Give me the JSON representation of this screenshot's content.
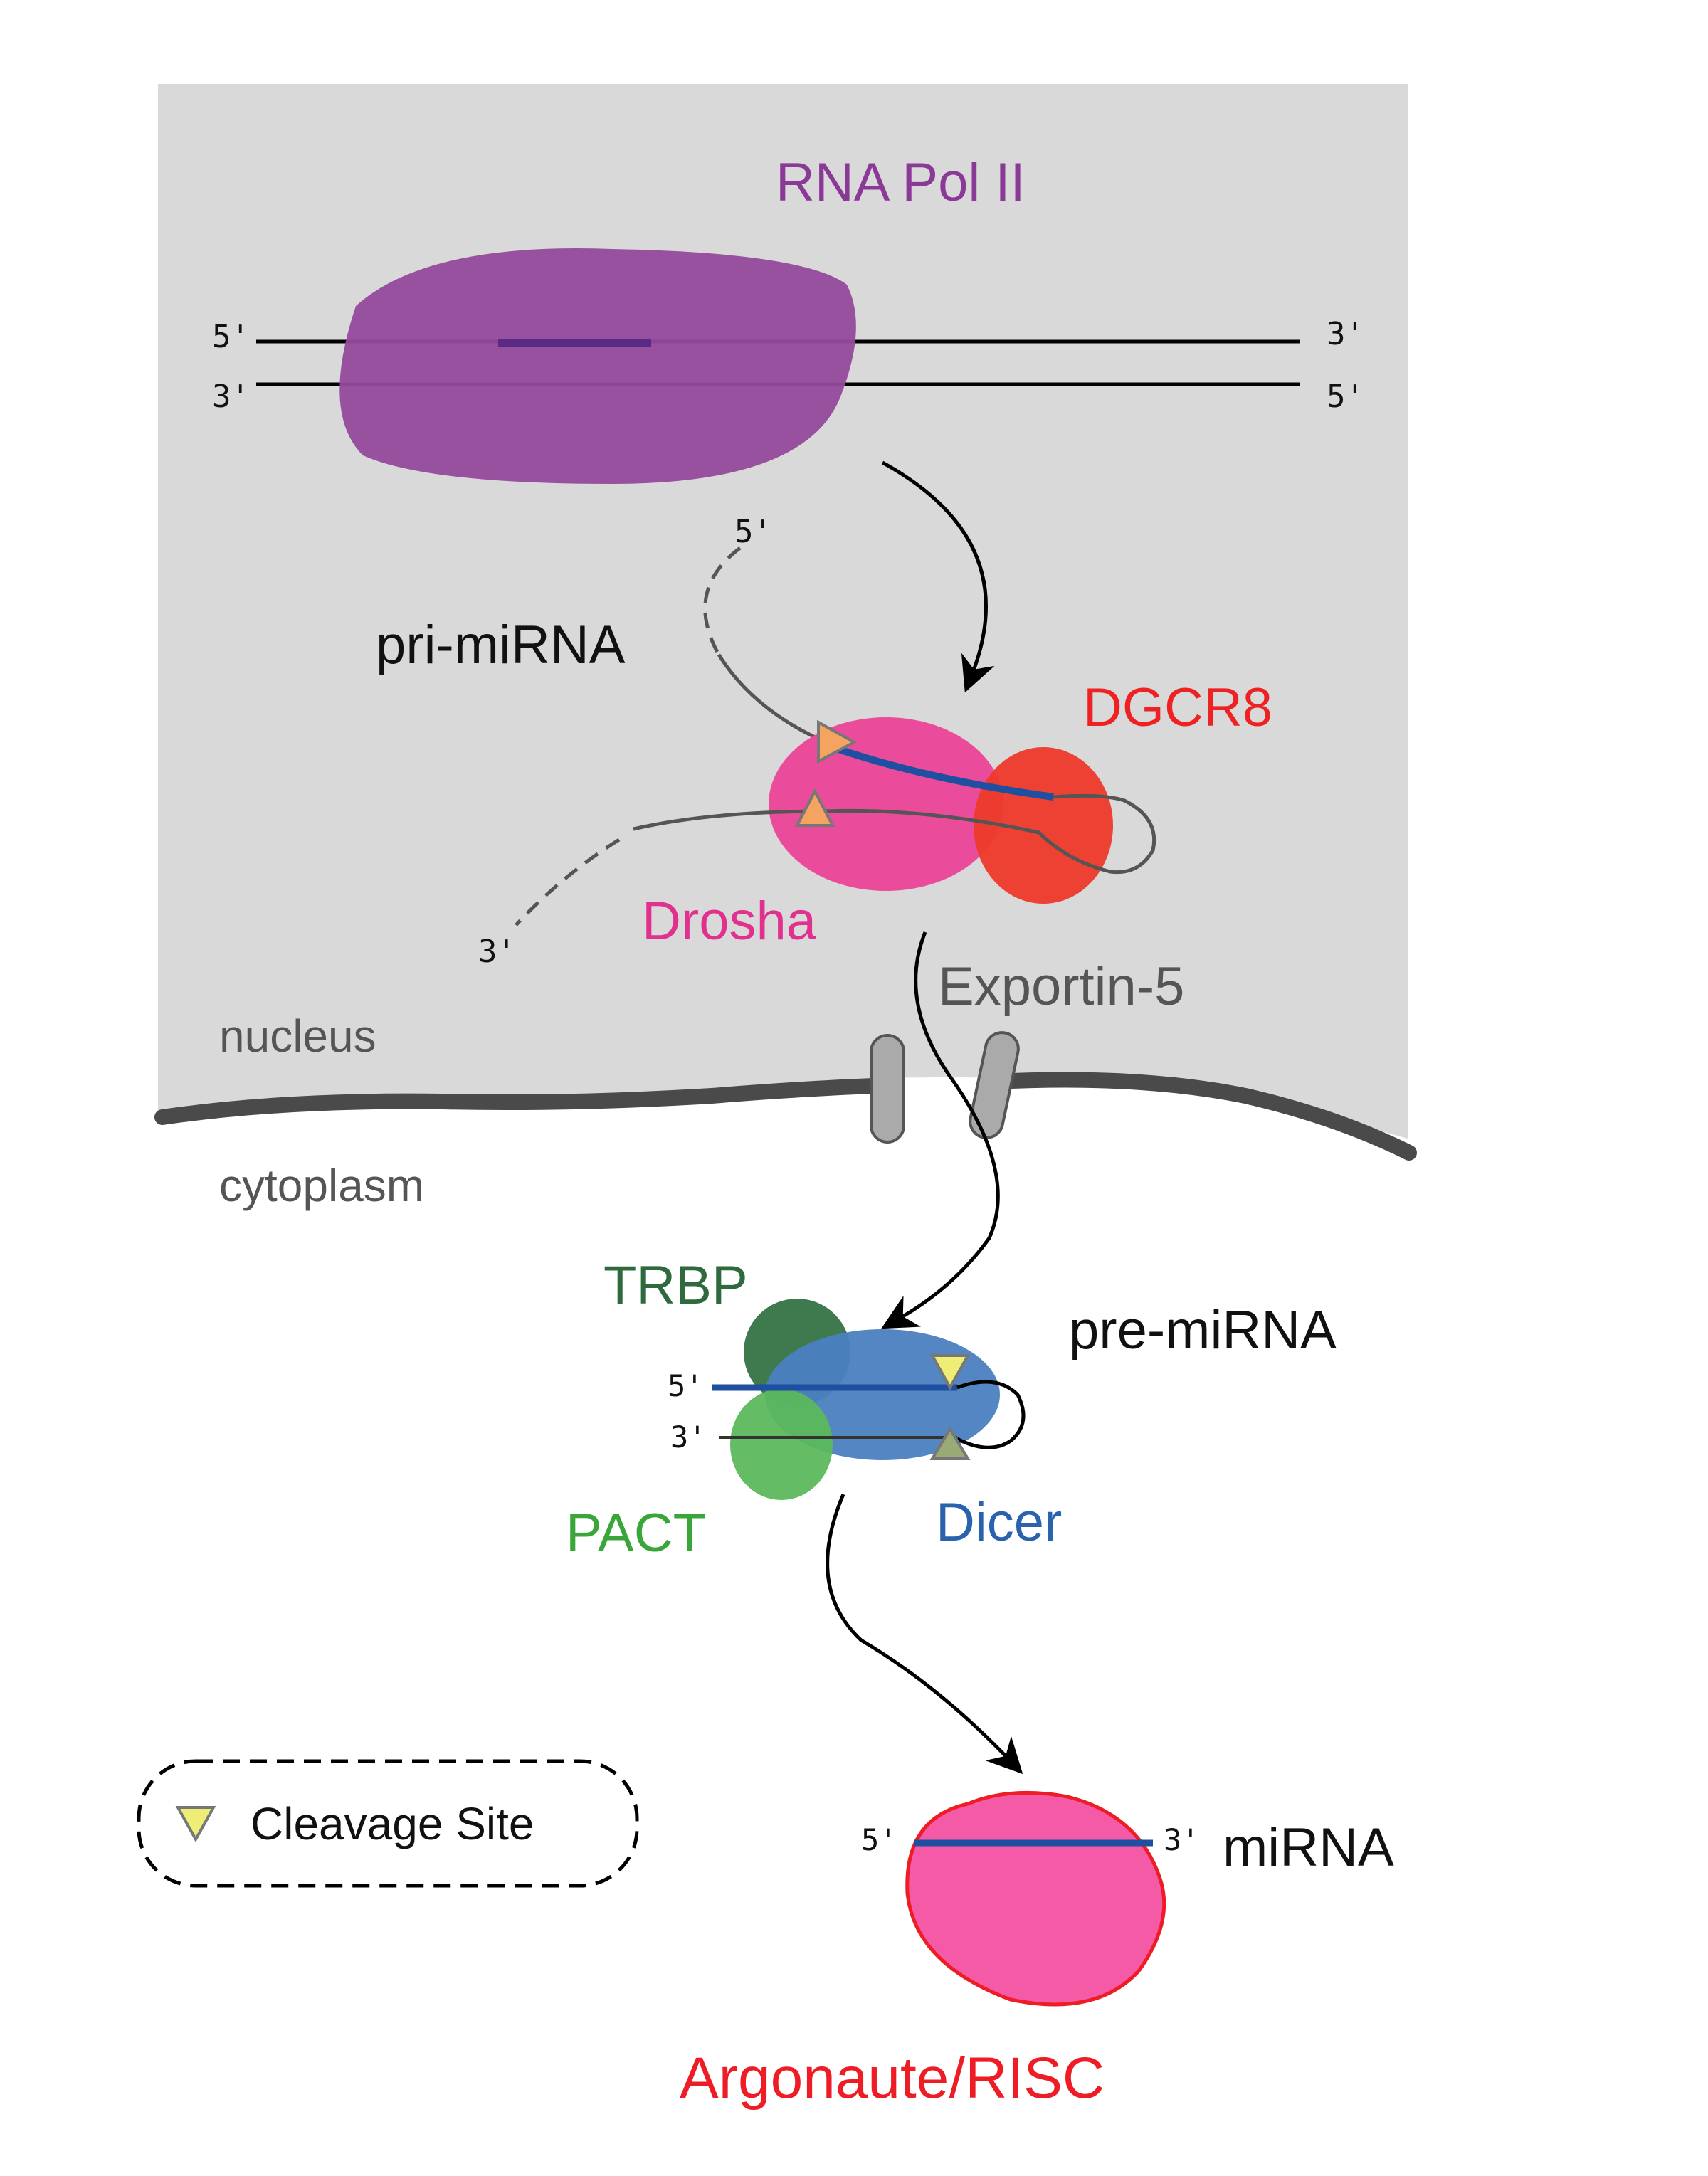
{
  "labels": {
    "rna_pol_ii": "RNA Pol II",
    "pri_mirna": "pri-miRNA",
    "dgcr8": "DGCR8",
    "drosha": "Drosha",
    "exportin5": "Exportin-5",
    "nucleus": "nucleus",
    "cytoplasm": "cytoplasm",
    "trbp": "TRBP",
    "pre_mirna": "pre-miRNA",
    "pact": "PACT",
    "dicer": "Dicer",
    "cleavage_site": "Cleavage Site",
    "mirna": "miRNA",
    "argonaute": "Argonaute/RISC"
  },
  "ends": {
    "five": "5'",
    "three": "3'"
  },
  "colors": {
    "nucleus_bg": "#d9d9d9",
    "rna_pol_ii": "#954a9b",
    "rna_pol_ii_text": "#8a3a96",
    "drosha": "#ea4b9a",
    "drosha_text": "#e0318e",
    "dgcr8": "#ee3a2a",
    "dgcr8_text": "#ee2222",
    "dicer": "#4a7fc0",
    "dicer_text": "#2a62ad",
    "trbp": "#3f7a4f",
    "trbp_text": "#2f6a3f",
    "pact": "#5cb85c",
    "pact_text": "#3aa63a",
    "argonaute": "#f45aa6",
    "argonaute_text": "#ee1c25",
    "mirna_strand": "#1f4fa0",
    "exportin_pore": "#aaaaaa",
    "membrane": "#4a4a4a",
    "text_dark": "#111111",
    "text_gray": "#555555"
  }
}
